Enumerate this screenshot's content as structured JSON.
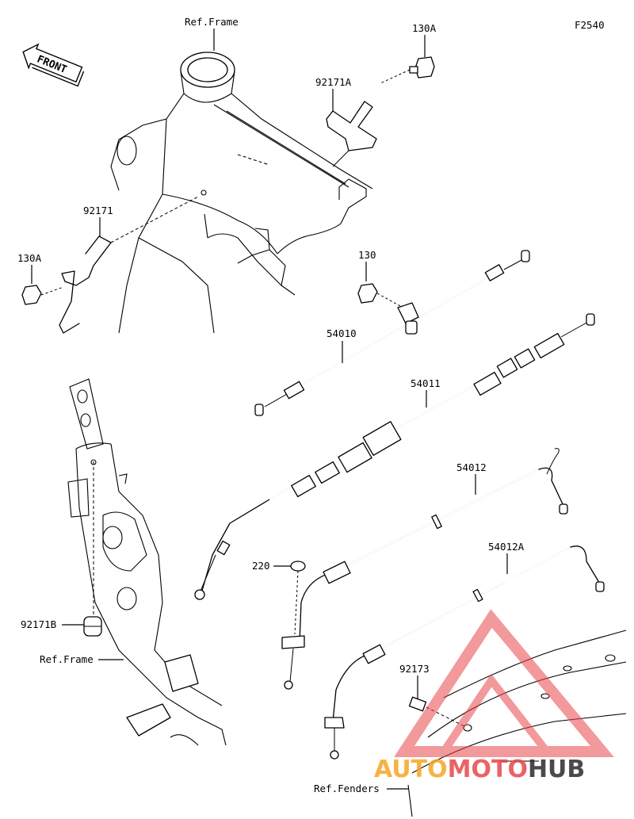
{
  "diagram_code": "F2540",
  "front_label": "FRONT",
  "labels": {
    "ref_frame_top": "Ref.Frame",
    "p130A_top": "130A",
    "p92171A": "92171A",
    "p92171": "92171",
    "p130A_left": "130A",
    "p130": "130",
    "p54010": "54010",
    "p54011": "54011",
    "p54012": "54012",
    "p54012A": "54012A",
    "p220": "220",
    "p92171B": "92171B",
    "ref_frame_left": "Ref.Frame",
    "p92173": "92173",
    "ref_fenders": "Ref.Fenders"
  },
  "watermark": {
    "part1": "AUTO",
    "part2": "MOTO",
    "part3": "HUB",
    "color1": "#f5a623",
    "color2": "#e8474c",
    "color3": "#2b2b2b"
  }
}
